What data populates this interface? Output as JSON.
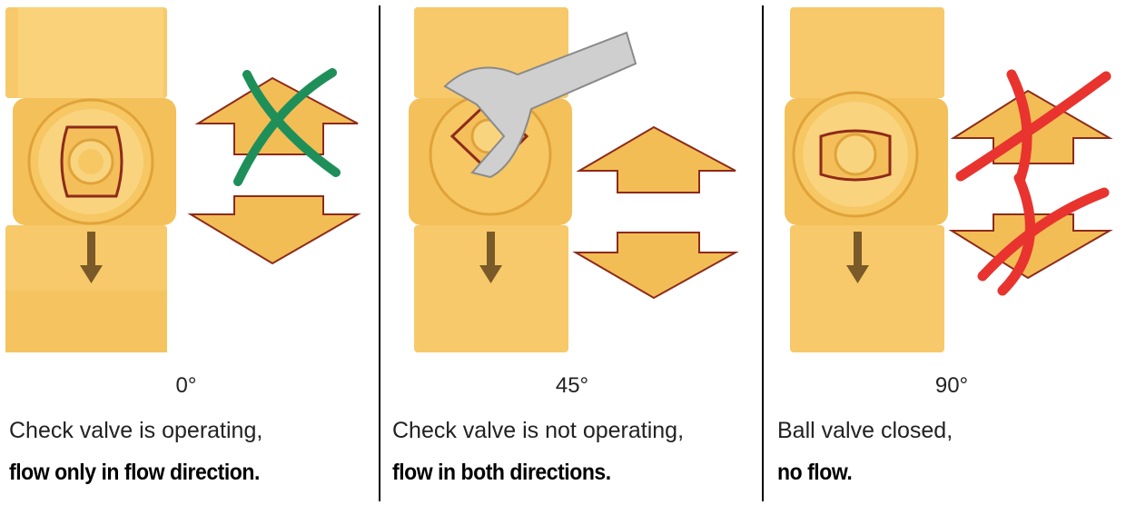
{
  "colors": {
    "brass": "#f7c96a",
    "brass_dark": "#e8aa3c",
    "outline": "#8e2a1a",
    "arrow_body": "#f2bd55",
    "green_x": "#1f8f5a",
    "red_x": "#e8332e",
    "wrench": "#c9c9c9",
    "flow_arrow": "#7a5a28"
  },
  "panels": [
    {
      "angle": "0°",
      "line1": "Check valve is operating,",
      "line2": "flow only in flow direction.",
      "cross": "green"
    },
    {
      "angle": "45°",
      "line1": "Check valve is not operating,",
      "line2": "flow in both directions.",
      "cross": "none"
    },
    {
      "angle": "90°",
      "line1": "Ball valve closed,",
      "line2": "no flow.",
      "cross": "red"
    }
  ]
}
